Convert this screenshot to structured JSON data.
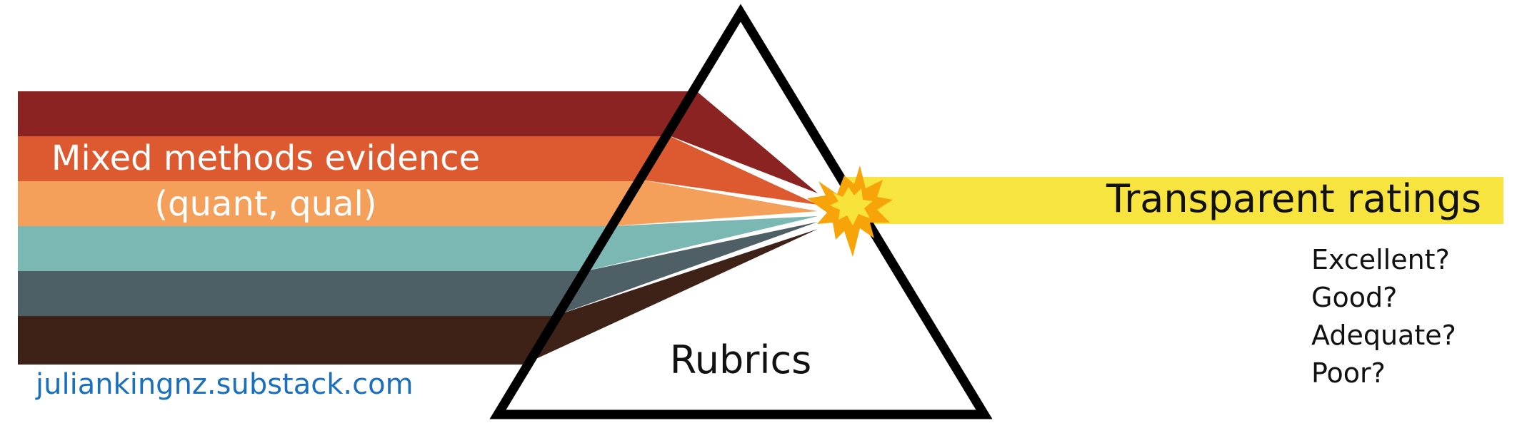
{
  "input": {
    "label_line1": "Mixed methods evidence",
    "label_line2": "(quant, qual)",
    "band_colors": [
      "#8b2323",
      "#dd5a31",
      "#f4a05a",
      "#7bb8b3",
      "#4e6066",
      "#3e2218"
    ],
    "label_color": "#ffffff"
  },
  "prism": {
    "label": "Rubrics",
    "stroke_color": "#000000"
  },
  "burst": {
    "outer_color": "#f7a30a",
    "inner_color": "#f7e33a"
  },
  "output": {
    "beam_label": "Transparent ratings",
    "beam_color": "#f8e43e",
    "ratings": [
      "Excellent?",
      "Good?",
      "Adequate?",
      "Poor?"
    ]
  },
  "footer": {
    "link": "juliankingnz.substack.com",
    "link_color": "#1a6fbf"
  }
}
